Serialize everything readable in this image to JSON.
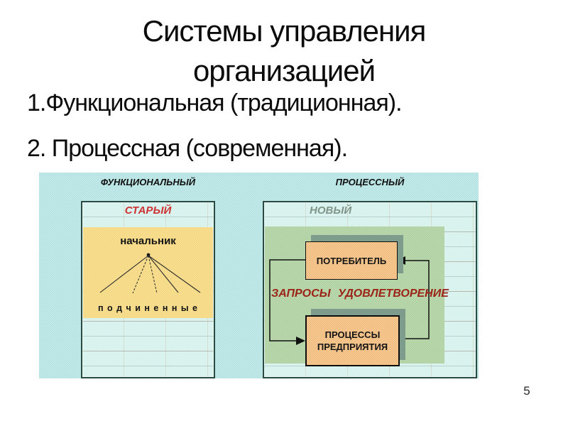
{
  "slide": {
    "title_lines": [
      "Системы управления",
      "организацией"
    ],
    "list_items": [
      "1.Функциональная (традиционная).",
      "2. Процессная (современная)."
    ],
    "page_number": "5"
  },
  "diagram": {
    "left": {
      "header": "ФУНКЦИОНАЛЬНЫЙ",
      "label": "СТАРЫЙ",
      "boss_label": "начальник",
      "subordinates_label": "п о д ч и н е н н ы е"
    },
    "right": {
      "header": "ПРОЦЕССНЫЙ",
      "label": "НОВЫЙ",
      "consumer_box": "ПОТРЕБИТЕЛЬ",
      "processes_box_line1": "ПРОЦЕССЫ",
      "processes_box_line2": "ПРЕДПРИЯТИЯ",
      "requests_label": "ЗАПРОСЫ",
      "satisfaction_label": "УДОВЛЕТВОРЕНИЕ"
    },
    "colors": {
      "outer_bg": "#bce5e5",
      "panel_bg": "#dcf6f0",
      "panel_border": "#2a4a42",
      "yellow_box": "#f6dc8c",
      "green_area": "#b7d6aa",
      "orange_box": "#f3c285",
      "box_shadow": "#7d9c8c",
      "old_label_red": "#cc3333",
      "flow_label_red": "#9b2318",
      "new_label_gray": "#7f9589"
    }
  }
}
